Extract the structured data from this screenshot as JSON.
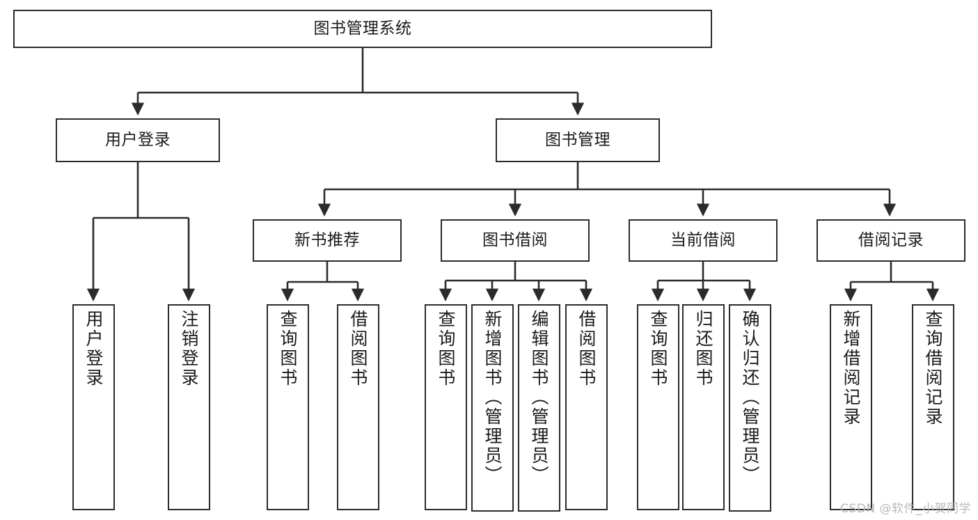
{
  "diagram": {
    "title": "图书管理系统",
    "type": "hierarchy-tree",
    "watermark": "CSDN @软件_小贺同学",
    "colors": {
      "box_border": "#2b2b2b",
      "box_fill": "#ffffff",
      "edge": "#2b2b2b",
      "text": "#1a1a1a",
      "watermark": "#b9b9b9"
    },
    "levels": [
      {
        "level": 1,
        "nodes": [
          {
            "id": "root",
            "label": "图书管理系统",
            "orientation": "horizontal"
          }
        ]
      },
      {
        "level": 2,
        "nodes": [
          {
            "id": "user-login",
            "label": "用户登录",
            "orientation": "horizontal",
            "parent": "root"
          },
          {
            "id": "book-manage",
            "label": "图书管理",
            "orientation": "horizontal",
            "parent": "root"
          }
        ]
      },
      {
        "level": 3,
        "nodes": [
          {
            "id": "new-book-recommend",
            "label": "新书推荐",
            "orientation": "horizontal",
            "parent": "book-manage"
          },
          {
            "id": "book-borrow",
            "label": "图书借阅",
            "orientation": "horizontal",
            "parent": "book-manage"
          },
          {
            "id": "current-borrow",
            "label": "当前借阅",
            "orientation": "horizontal",
            "parent": "book-manage"
          },
          {
            "id": "borrow-record",
            "label": "借阅记录",
            "orientation": "horizontal",
            "parent": "book-manage"
          }
        ]
      },
      {
        "level": 4,
        "nodes": [
          {
            "id": "leaf-user-login",
            "label": "用户登录",
            "orientation": "vertical",
            "parent": "user-login"
          },
          {
            "id": "leaf-logout-login",
            "label": "注销登录",
            "orientation": "vertical",
            "parent": "user-login"
          },
          {
            "id": "leaf-query-book-1",
            "label": "查询图书",
            "orientation": "vertical",
            "parent": "new-book-recommend"
          },
          {
            "id": "leaf-borrow-book-1",
            "label": "借阅图书",
            "orientation": "vertical",
            "parent": "new-book-recommend"
          },
          {
            "id": "leaf-query-book-2",
            "label": "查询图书",
            "orientation": "vertical",
            "parent": "book-borrow"
          },
          {
            "id": "leaf-add-book-admin",
            "label": "新增图书（管理员）",
            "orientation": "vertical",
            "parent": "book-borrow"
          },
          {
            "id": "leaf-edit-book-admin",
            "label": "编辑图书（管理员）",
            "orientation": "vertical",
            "parent": "book-borrow"
          },
          {
            "id": "leaf-borrow-book-2",
            "label": "借阅图书",
            "orientation": "vertical",
            "parent": "book-borrow"
          },
          {
            "id": "leaf-query-book-3",
            "label": "查询图书",
            "orientation": "vertical",
            "parent": "current-borrow"
          },
          {
            "id": "leaf-return-book",
            "label": "归还图书",
            "orientation": "vertical",
            "parent": "current-borrow"
          },
          {
            "id": "leaf-confirm-return-admin",
            "label": "确认归还（管理员）",
            "orientation": "vertical",
            "parent": "current-borrow"
          },
          {
            "id": "leaf-add-borrow-record",
            "label": "新增借阅记录",
            "orientation": "vertical",
            "parent": "borrow-record"
          },
          {
            "id": "leaf-query-borrow-record",
            "label": "查询借阅记录",
            "orientation": "vertical",
            "parent": "borrow-record"
          }
        ]
      }
    ]
  }
}
